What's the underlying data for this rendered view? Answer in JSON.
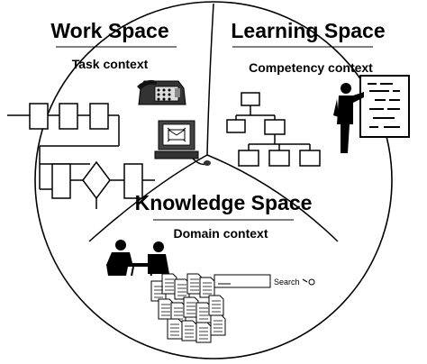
{
  "work_space": {
    "title": "Work Space",
    "context": "Task context"
  },
  "learning_space": {
    "title": "Learning Space",
    "context": "Competency context"
  },
  "knowledge_space": {
    "title": "Knowledge Space",
    "context": "Domain context",
    "search_label": "Search"
  },
  "icons": [
    "telephone-icon",
    "computer-icon",
    "presenter-icon",
    "meeting-people-icon",
    "documents-stack-icon",
    "magnifier-icon"
  ]
}
